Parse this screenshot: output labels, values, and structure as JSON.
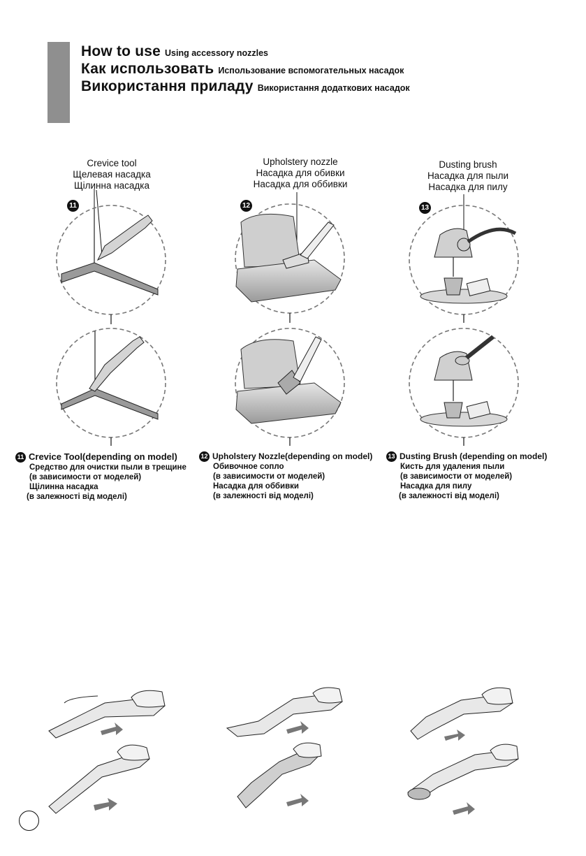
{
  "header": {
    "lines": [
      {
        "big": "How to use",
        "small": "Using accessory nozzles"
      },
      {
        "big": "Как использовать",
        "small": "Использование вспомогательных насадок"
      },
      {
        "big": "Використання приладу",
        "small": "Використання додаткових насадок"
      }
    ]
  },
  "tools": [
    {
      "number": "11",
      "names": [
        "Crevice tool",
        "Щелевая насадка",
        "Щілинна насадка"
      ]
    },
    {
      "number": "12",
      "names": [
        "Upholstery nozzle",
        "Насадка для обивки",
        "Насадка для оббивки"
      ]
    },
    {
      "number": "13",
      "names": [
        "Dusting brush",
        "Насадка для пыли",
        "Насадка для пилу"
      ]
    }
  ],
  "captions": [
    {
      "number": "11",
      "title": "Crevice Tool(depending on model)",
      "lines": [
        "Средство для очистки пыли в трещине",
        "(в зависимости от моделей)",
        "Щілинна насадка",
        "(в залежності від моделі)"
      ]
    },
    {
      "number": "12",
      "title": "Upholstery Nozzle(depending on model)",
      "lines": [
        "Обивочное сопло",
        "(в зависимости от моделей)",
        "Насадка для оббивки",
        "(в залежності від моделі)"
      ]
    },
    {
      "number": "13",
      "title": "Dusting Brush (depending on model)",
      "lines": [
        "Кисть для удаления пыли",
        "(в зависимости от моделей)",
        "Насадка для пилу",
        "(в залежності від моделі)"
      ]
    }
  ]
}
